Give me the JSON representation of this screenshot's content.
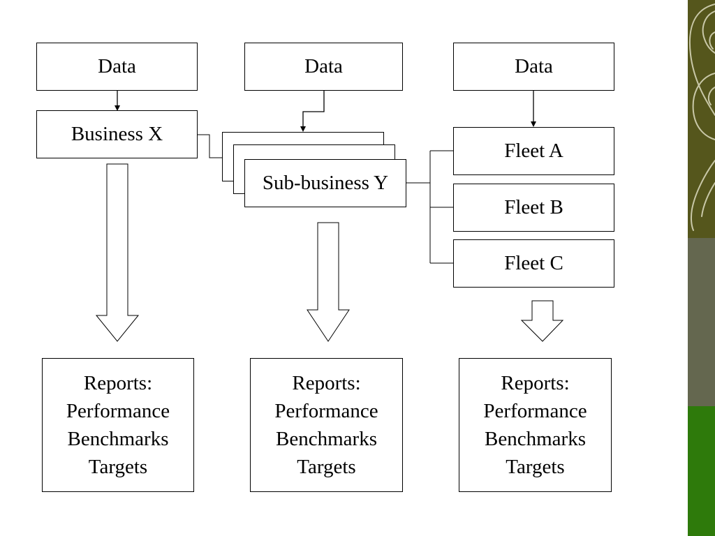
{
  "diagram": {
    "data_label": "Data",
    "columns": [
      {
        "data_label": "Data",
        "entity": "Business X",
        "report": [
          "Reports:",
          "Performance",
          "Benchmarks",
          "Targets"
        ]
      },
      {
        "data_label": "Data",
        "entity": "Sub-business Y",
        "report": [
          "Reports:",
          "Performance",
          "Benchmarks",
          "Targets"
        ]
      },
      {
        "data_label": "Data",
        "fleets": [
          "Fleet A",
          "Fleet B",
          "Fleet C"
        ],
        "report": [
          "Reports:",
          "Performance",
          "Benchmarks",
          "Targets"
        ]
      }
    ]
  },
  "theme": {
    "stripe_colors": [
      "#55561c",
      "#64674f",
      "#2e7a0b"
    ],
    "motif": "spiral-swirl-decoration"
  }
}
